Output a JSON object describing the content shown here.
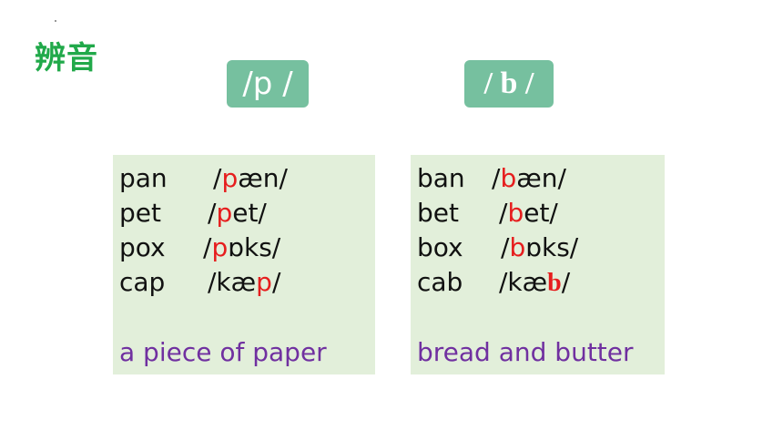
{
  "title": "辨音",
  "badges": {
    "p": "/p /",
    "b": "/ b /"
  },
  "left_panel": {
    "rows": [
      {
        "word": "pan",
        "ipa_pre": "/",
        "ipa_hl": "p",
        "ipa_post": "æn/"
      },
      {
        "word": "pet",
        "ipa_pre": "/",
        "ipa_hl": "p",
        "ipa_post": "et/"
      },
      {
        "word": "pox",
        "ipa_pre": "/",
        "ipa_hl": "p",
        "ipa_post": "ɒks/"
      },
      {
        "word": "cap",
        "ipa_pre": "/kæ",
        "ipa_hl": "p",
        "ipa_post": "/"
      }
    ],
    "phrase": "a piece of paper"
  },
  "right_panel": {
    "rows": [
      {
        "word": "ban",
        "ipa_pre": "/",
        "ipa_hl": "b",
        "ipa_post": "æn/"
      },
      {
        "word": "bet",
        "ipa_pre": "/",
        "ipa_hl": "b",
        "ipa_post": "et/"
      },
      {
        "word": "box",
        "ipa_pre": "/",
        "ipa_hl": "b",
        "ipa_post": "ɒks/"
      },
      {
        "word": "cab",
        "ipa_pre": "/kæ",
        "ipa_hl": "b",
        "ipa_post": "/"
      }
    ],
    "phrase": "bread and butter"
  },
  "colors": {
    "title": "#21a94a",
    "badge": "#76c09f",
    "panel": "#e2efda",
    "highlight": "#e61e1e",
    "phrase": "#7030a0"
  }
}
